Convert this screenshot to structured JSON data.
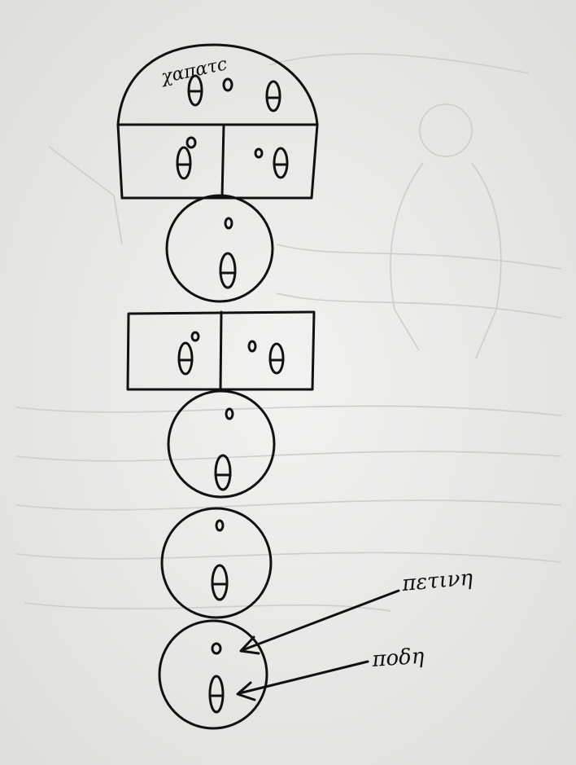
{
  "labels": {
    "top": "χαπατc",
    "stone": "πετινη",
    "foot": "ποδη"
  },
  "colors": {
    "paper": "#ecebea",
    "ink": "#111111",
    "background_sketch": "#c9c9c9"
  }
}
